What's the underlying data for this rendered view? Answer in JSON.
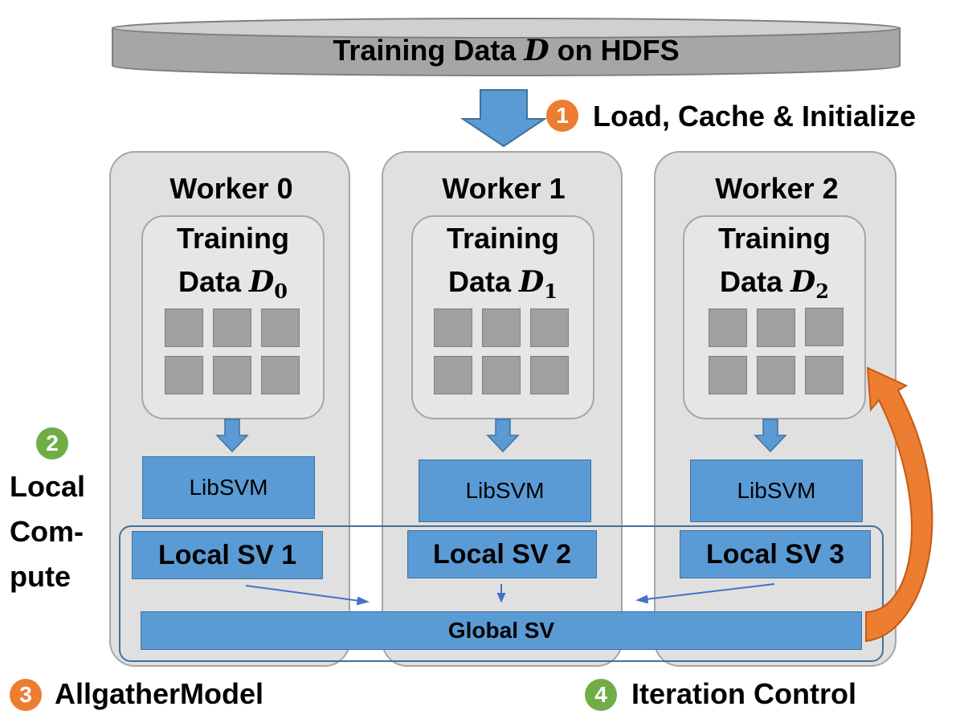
{
  "hdfs": {
    "label_before": "Training Data ",
    "symbol": "D",
    "label_after": " on HDFS"
  },
  "steps": {
    "load": {
      "number": "1",
      "label": "Load, Cache & Initialize"
    },
    "compute": {
      "number": "2",
      "line1": "Local",
      "line2": "Com-",
      "line3": "pute"
    },
    "allgather": {
      "number": "3",
      "label": "AllgatherModel"
    },
    "iteration": {
      "number": "4",
      "label": "Iteration Control"
    }
  },
  "workers": [
    {
      "title": "Worker 0",
      "data_line1": "Training",
      "data_line2": "Data ",
      "data_symbol": "D",
      "data_sub": "0",
      "libsvm": "LibSVM",
      "local_sv": "Local SV 1"
    },
    {
      "title": "Worker 1",
      "data_line1": "Training",
      "data_line2": "Data ",
      "data_symbol": "D",
      "data_sub": "1",
      "libsvm": "LibSVM",
      "local_sv": "Local SV 2"
    },
    {
      "title": "Worker 2",
      "data_line1": "Training",
      "data_line2": "Data ",
      "data_symbol": "D",
      "data_sub": "2",
      "libsvm": "LibSVM",
      "local_sv": "Local SV 3"
    }
  ],
  "global_sv": "Global SV",
  "colors": {
    "blue": "#5b9bd5",
    "orange": "#ed7d31",
    "green": "#70ad47",
    "gray": "#a6a6a6"
  }
}
